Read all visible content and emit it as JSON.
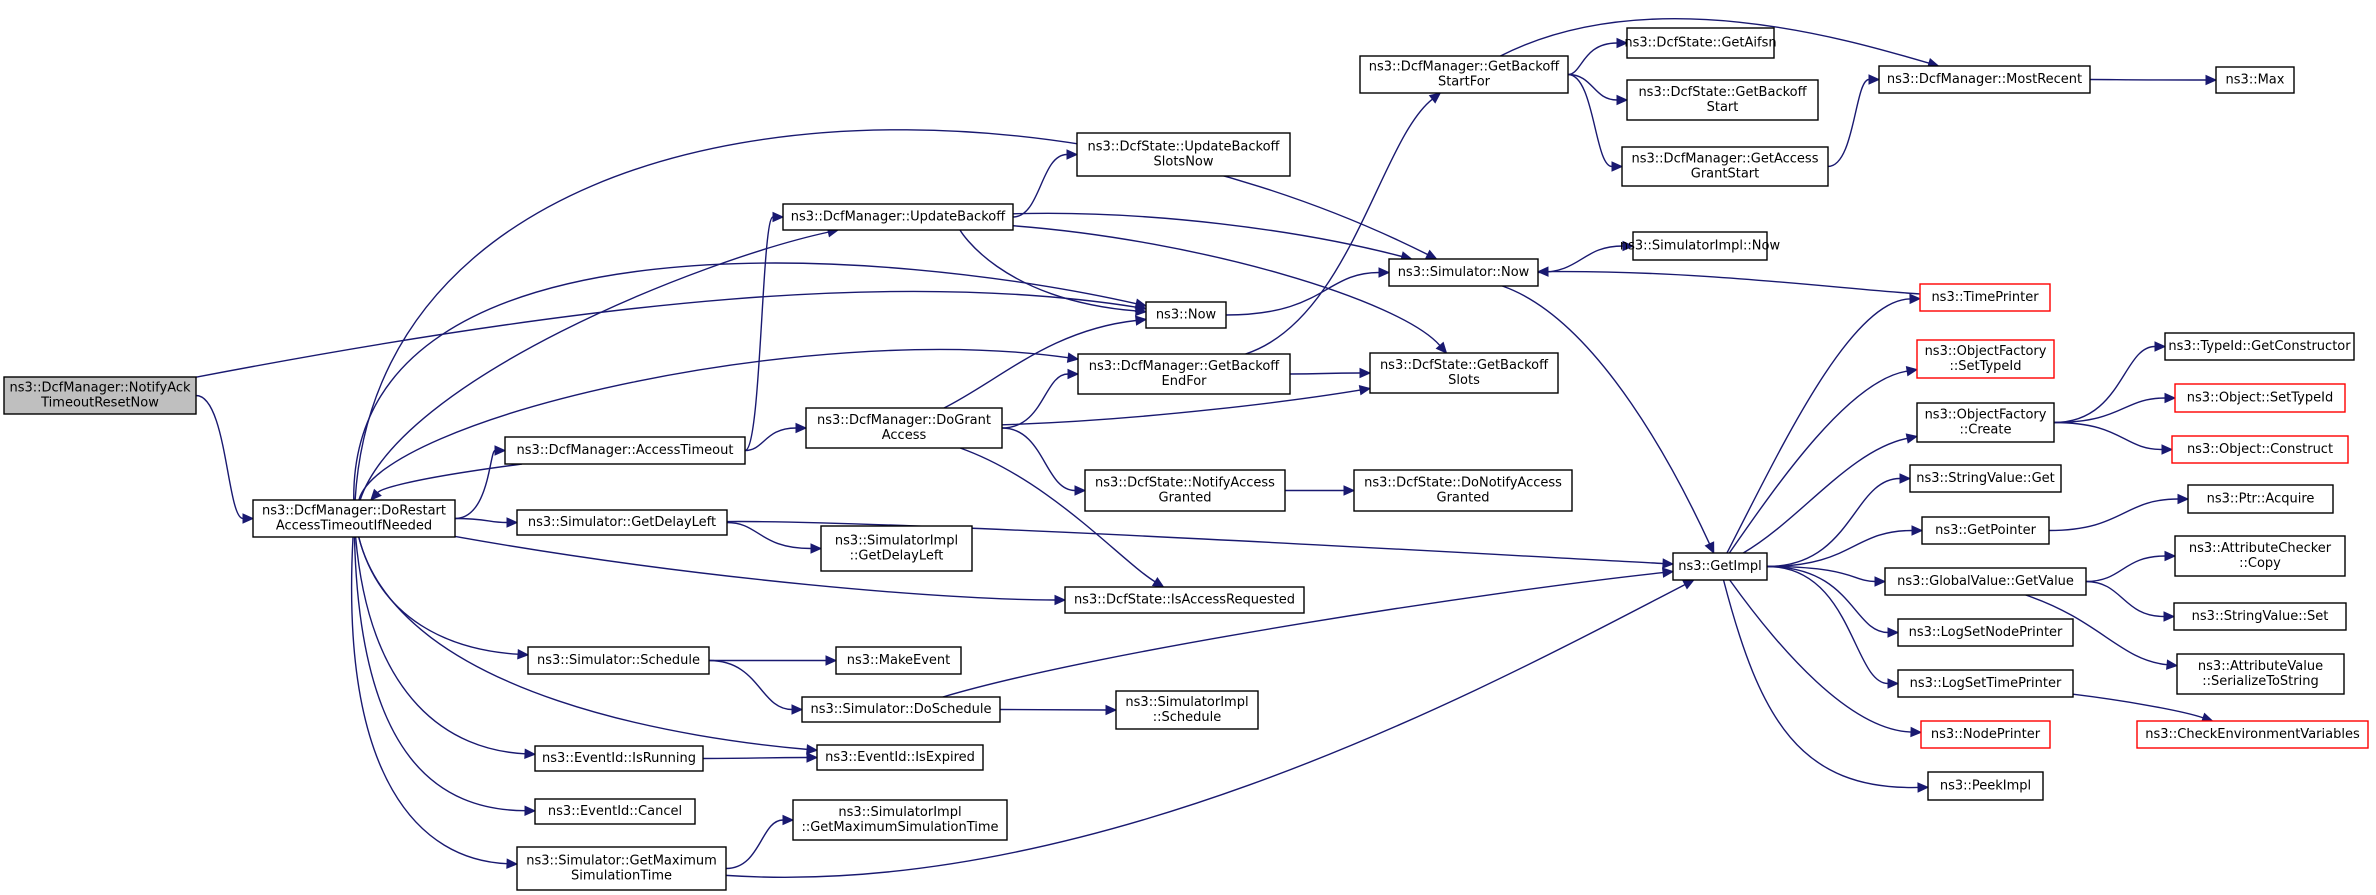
{
  "colors": {
    "edge": "#191970",
    "node_border": "#000000",
    "truncated_border": "#ff0000",
    "root_fill": "#bfbfbf",
    "background": "#ffffff"
  },
  "nodes": [
    {
      "id": "n0",
      "lines": [
        "ns3::DcfManager::NotifyAck",
        "TimeoutResetNow"
      ],
      "root": true
    },
    {
      "id": "n1",
      "lines": [
        "ns3::DcfManager::DoRestart",
        "AccessTimeoutIfNeeded"
      ]
    },
    {
      "id": "n2",
      "lines": [
        "ns3::DcfManager::AccessTimeout"
      ]
    },
    {
      "id": "n3",
      "lines": [
        "ns3::Simulator::GetDelayLeft"
      ]
    },
    {
      "id": "n4",
      "lines": [
        "ns3::Simulator::Schedule"
      ]
    },
    {
      "id": "n5",
      "lines": [
        "ns3::EventId::IsRunning"
      ]
    },
    {
      "id": "n6",
      "lines": [
        "ns3::EventId::Cancel"
      ]
    },
    {
      "id": "n7",
      "lines": [
        "ns3::Simulator::GetMaximum",
        "SimulationTime"
      ]
    },
    {
      "id": "n8",
      "lines": [
        "ns3::DcfManager::UpdateBackoff"
      ]
    },
    {
      "id": "n9",
      "lines": [
        "ns3::DcfManager::DoGrant",
        "Access"
      ]
    },
    {
      "id": "n10",
      "lines": [
        "ns3::SimulatorImpl",
        "::GetDelayLeft"
      ]
    },
    {
      "id": "n11",
      "lines": [
        "ns3::MakeEvent"
      ]
    },
    {
      "id": "n12",
      "lines": [
        "ns3::Simulator::DoSchedule"
      ]
    },
    {
      "id": "n13",
      "lines": [
        "ns3::EventId::IsExpired"
      ]
    },
    {
      "id": "n14",
      "lines": [
        "ns3::SimulatorImpl",
        "::GetMaximumSimulationTime"
      ]
    },
    {
      "id": "n15",
      "lines": [
        "ns3::DcfState::UpdateBackoff",
        "SlotsNow"
      ]
    },
    {
      "id": "n16",
      "lines": [
        "ns3::Now"
      ]
    },
    {
      "id": "n17",
      "lines": [
        "ns3::DcfManager::GetBackoff",
        "EndFor"
      ]
    },
    {
      "id": "n18",
      "lines": [
        "ns3::DcfState::NotifyAccess",
        "Granted"
      ]
    },
    {
      "id": "n19",
      "lines": [
        "ns3::DcfState::IsAccessRequested"
      ]
    },
    {
      "id": "n20",
      "lines": [
        "ns3::SimulatorImpl",
        "::Schedule"
      ]
    },
    {
      "id": "n21",
      "lines": [
        "ns3::DcfManager::GetBackoff",
        "StartFor"
      ]
    },
    {
      "id": "n22",
      "lines": [
        "ns3::Simulator::Now"
      ]
    },
    {
      "id": "n23",
      "lines": [
        "ns3::DcfState::GetBackoff",
        "Slots"
      ]
    },
    {
      "id": "n24",
      "lines": [
        "ns3::DcfState::DoNotifyAccess",
        "Granted"
      ]
    },
    {
      "id": "n25",
      "lines": [
        "ns3::DcfState::GetAifsn"
      ]
    },
    {
      "id": "n26",
      "lines": [
        "ns3::DcfState::GetBackoff",
        "Start"
      ]
    },
    {
      "id": "n27",
      "lines": [
        "ns3::DcfManager::GetAccess",
        "GrantStart"
      ]
    },
    {
      "id": "n28",
      "lines": [
        "ns3::SimulatorImpl::Now"
      ]
    },
    {
      "id": "n29",
      "lines": [
        "ns3::GetImpl"
      ]
    },
    {
      "id": "n30",
      "lines": [
        "ns3::DcfManager::MostRecent"
      ]
    },
    {
      "id": "n31",
      "lines": [
        "ns3::TimePrinter"
      ],
      "truncated": true
    },
    {
      "id": "n32",
      "lines": [
        "ns3::ObjectFactory",
        "::SetTypeId"
      ],
      "truncated": true
    },
    {
      "id": "n33",
      "lines": [
        "ns3::ObjectFactory",
        "::Create"
      ]
    },
    {
      "id": "n34",
      "lines": [
        "ns3::StringValue::Get"
      ]
    },
    {
      "id": "n35",
      "lines": [
        "ns3::GetPointer"
      ]
    },
    {
      "id": "n36",
      "lines": [
        "ns3::GlobalValue::GetValue"
      ]
    },
    {
      "id": "n37",
      "lines": [
        "ns3::LogSetNodePrinter"
      ]
    },
    {
      "id": "n38",
      "lines": [
        "ns3::LogSetTimePrinter"
      ]
    },
    {
      "id": "n39",
      "lines": [
        "ns3::NodePrinter"
      ],
      "truncated": true
    },
    {
      "id": "n40",
      "lines": [
        "ns3::PeekImpl"
      ]
    },
    {
      "id": "n41",
      "lines": [
        "ns3::Max"
      ]
    },
    {
      "id": "n42",
      "lines": [
        "ns3::TypeId::GetConstructor"
      ]
    },
    {
      "id": "n43",
      "lines": [
        "ns3::Object::SetTypeId"
      ],
      "truncated": true
    },
    {
      "id": "n44",
      "lines": [
        "ns3::Object::Construct"
      ],
      "truncated": true
    },
    {
      "id": "n45",
      "lines": [
        "ns3::Ptr::Acquire"
      ]
    },
    {
      "id": "n46",
      "lines": [
        "ns3::AttributeChecker",
        "::Copy"
      ]
    },
    {
      "id": "n47",
      "lines": [
        "ns3::StringValue::Set"
      ]
    },
    {
      "id": "n48",
      "lines": [
        "ns3::AttributeValue",
        "::SerializeToString"
      ]
    },
    {
      "id": "n49",
      "lines": [
        "ns3::CheckEnvironmentVariables"
      ],
      "truncated": true
    }
  ],
  "edges": [
    [
      "n0",
      "n1"
    ],
    [
      "n0",
      "n16"
    ],
    [
      "n1",
      "n2"
    ],
    [
      "n1",
      "n3"
    ],
    [
      "n1",
      "n4"
    ],
    [
      "n1",
      "n5"
    ],
    [
      "n1",
      "n6"
    ],
    [
      "n1",
      "n7"
    ],
    [
      "n1",
      "n8"
    ],
    [
      "n1",
      "n16"
    ],
    [
      "n1",
      "n22"
    ],
    [
      "n1",
      "n19"
    ],
    [
      "n1",
      "n13"
    ],
    [
      "n1",
      "n17"
    ],
    [
      "n2",
      "n1"
    ],
    [
      "n2",
      "n8"
    ],
    [
      "n2",
      "n9"
    ],
    [
      "n3",
      "n10"
    ],
    [
      "n3",
      "n29"
    ],
    [
      "n4",
      "n11"
    ],
    [
      "n4",
      "n12"
    ],
    [
      "n5",
      "n13"
    ],
    [
      "n7",
      "n14"
    ],
    [
      "n7",
      "n29"
    ],
    [
      "n8",
      "n15"
    ],
    [
      "n8",
      "n16"
    ],
    [
      "n8",
      "n22"
    ],
    [
      "n8",
      "n23"
    ],
    [
      "n9",
      "n16"
    ],
    [
      "n9",
      "n17"
    ],
    [
      "n9",
      "n18"
    ],
    [
      "n9",
      "n19"
    ],
    [
      "n9",
      "n23"
    ],
    [
      "n12",
      "n20"
    ],
    [
      "n12",
      "n29"
    ],
    [
      "n16",
      "n22"
    ],
    [
      "n17",
      "n21"
    ],
    [
      "n17",
      "n23"
    ],
    [
      "n18",
      "n24"
    ],
    [
      "n21",
      "n25"
    ],
    [
      "n21",
      "n26"
    ],
    [
      "n21",
      "n27"
    ],
    [
      "n21",
      "n30"
    ],
    [
      "n22",
      "n28"
    ],
    [
      "n22",
      "n29"
    ],
    [
      "n27",
      "n30"
    ],
    [
      "n29",
      "n31"
    ],
    [
      "n29",
      "n32"
    ],
    [
      "n29",
      "n33"
    ],
    [
      "n29",
      "n34"
    ],
    [
      "n29",
      "n35"
    ],
    [
      "n29",
      "n36"
    ],
    [
      "n29",
      "n37"
    ],
    [
      "n29",
      "n38"
    ],
    [
      "n29",
      "n39"
    ],
    [
      "n29",
      "n40"
    ],
    [
      "n31",
      "n22"
    ],
    [
      "n30",
      "n41"
    ],
    [
      "n33",
      "n42"
    ],
    [
      "n33",
      "n43"
    ],
    [
      "n33",
      "n44"
    ],
    [
      "n35",
      "n45"
    ],
    [
      "n36",
      "n46"
    ],
    [
      "n36",
      "n47"
    ],
    [
      "n36",
      "n48"
    ],
    [
      "n38",
      "n49"
    ]
  ]
}
